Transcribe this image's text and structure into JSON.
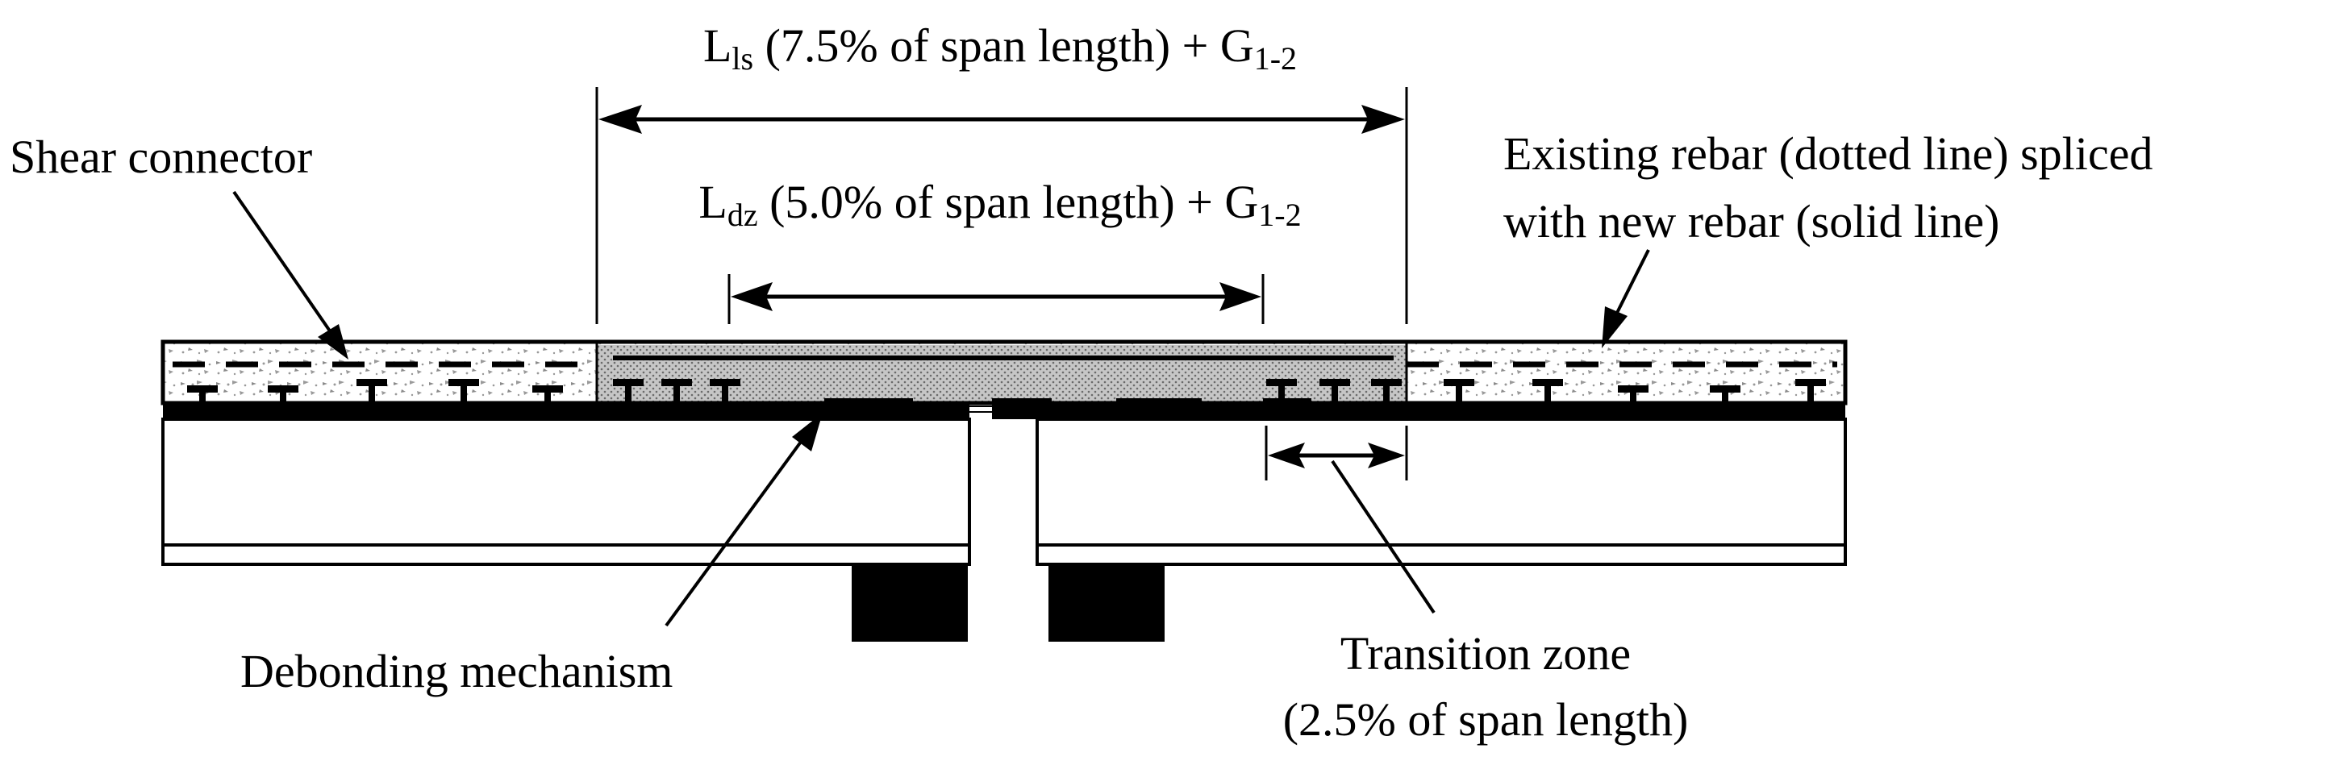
{
  "labels": {
    "lls_main": "L",
    "lls_sub": "ls",
    "lls_rest": " (7.5% of span length) + G",
    "lls_g_sub": "1-2",
    "ldz_main": "L",
    "ldz_sub": "dz",
    "ldz_rest": " (5.0% of span length) + G",
    "ldz_g_sub": "1-2",
    "shear_connector": "Shear connector",
    "existing_rebar_line1": "Existing rebar (dotted line) spliced",
    "existing_rebar_line2": "with new rebar (solid line)",
    "debonding_mechanism": "Debonding mechanism",
    "transition_zone_line1": "Transition zone",
    "transition_zone_line2": "(2.5% of span length)"
  },
  "colors": {
    "ink": "#000000",
    "background": "#ffffff",
    "debond_zone_fill": "#b5b5b5"
  }
}
